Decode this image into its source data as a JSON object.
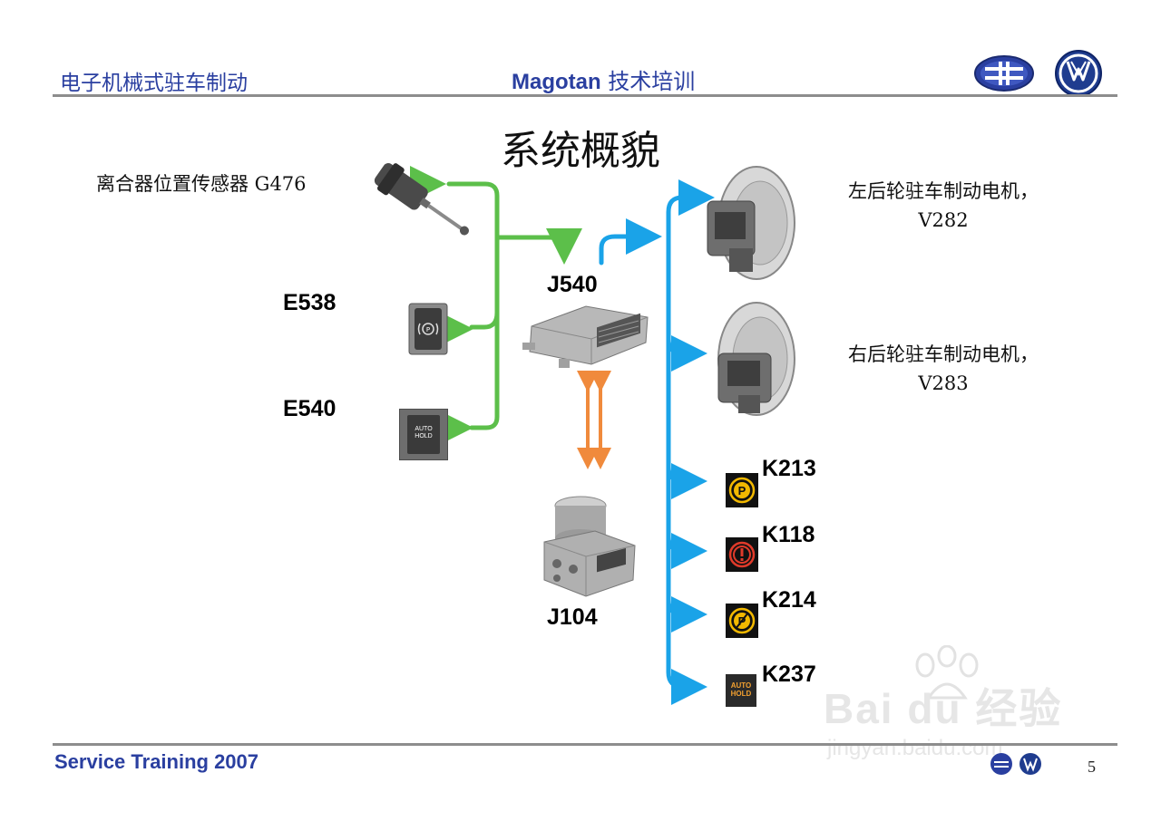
{
  "header": {
    "left_title": "电子机械式驻车制动",
    "center_title_brand": "Magotan",
    "center_title_text": " 技术培训"
  },
  "title": "系统概貌",
  "components": {
    "clutch_sensor": "离合器位置传感器 G476",
    "e538": "E538",
    "e540": "E540",
    "e540_button_line1": "AUTO",
    "e540_button_line2": "HOLD",
    "j540": "J540",
    "j104": "J104",
    "motor_left_line1": "左后轮驻车制动电机，",
    "motor_left_line2": "V282",
    "motor_right_line1": "右后轮驻车制动电机，",
    "motor_right_line2": "V283",
    "k213": "K213",
    "k118": "K118",
    "k214": "K214",
    "k237": "K237",
    "k237_icon_line1": "AUTO",
    "k237_icon_line2": "HOLD"
  },
  "footer": {
    "text": "Service Training 2007",
    "page": "5"
  },
  "watermark": {
    "brand": "Bai du 经验",
    "url": "jingyan.baidu.com"
  },
  "colors": {
    "header_blue": "#2a3fa0",
    "input_arrow_green": "#5cbf4a",
    "output_arrow_blue": "#1aa3e8",
    "bus_arrow_orange": "#f08a3c",
    "warning_yellow": "#f2b800",
    "warning_red": "#e03a2a"
  }
}
